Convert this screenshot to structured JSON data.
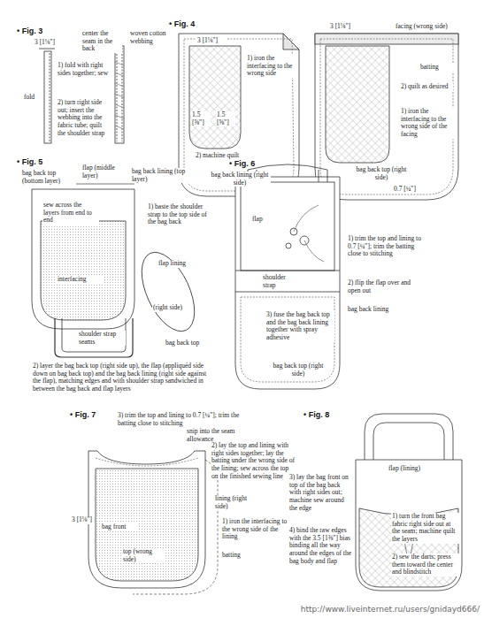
{
  "diagram": {
    "labels": [
      "• Fig. 3",
      "3 [1⅛\"]",
      "center the seam in the back",
      "woven cotton webbing",
      "fold",
      "1) fold with right sides together; sew",
      "2) turn right side out; insert the webbing into the fabric tube; quilt the shoulder strap",
      "• Fig. 4",
      "3 [1⅛\"]",
      "1) iron the interfacing to the wrong side",
      "1.5 [⅝\"]",
      "1.5 [⅝\"]",
      "2) machine quilt",
      "bag back lining (right side)",
      "3 [1⅛\"]",
      "facing (wrong side)",
      "batting",
      "2) quilt as desired",
      "1) iron the interfacing to the wrong side of the facing",
      "bag back top (right side)",
      "0.7 [¼\"]",
      "• Fig. 5",
      "flap (middle layer)",
      "bag back top (bottom layer)",
      "bag back lining (top layer)",
      "sew across the layers from end to end",
      "1) baste the shoulder strap to the top side of the bag back",
      "interfacing",
      "flap lining",
      "(right side)",
      "bag back top",
      "shoulder strap seams",
      "2) layer the bag back top (right side up), the flap (appliquéd side down on bag back top) and the bag back lining (right side against the flap), matching edges and with shoulder strap sandwiched in between the bag back and flap layers",
      "• Fig. 6",
      "flap",
      "1) trim the top and lining to 0.7 [¼\"]; trim the batting close to stitching",
      "2) flip the flap over and open out",
      "shoulder strap",
      "bag back lining",
      "3) fuse the bag back top and the bag back lining together with spray adhesive",
      "bag back top (right side)",
      "• Fig. 7",
      "3) trim the top and lining to 0.7 [¼\"]; trim the batting close to stitching",
      "snip into the seam allowance",
      "2) lay the top and lining with right sides together; lay the batting under the wrong side of the lining; sew across the top on the finished sewing line",
      "lining (right side)",
      "3 [1⅛\"]",
      "bag front",
      "1) iron the interfacing to the wrong side of the lining",
      "batting",
      "top (wrong side)",
      "• Fig. 8",
      "flap (lining)",
      "3) lay the bag front on top of the bag back with right sides out; machine sew around the edge",
      "1) turn the front bag fabric right side out at the seam; machine quilt the layers",
      "4) bind the raw edges with the 3.5 [1⅜\"] bias binding all the way around the edges of the bag body and flap",
      "2) sew the darts; press them toward the center and blindstitch",
      "http://www.liveinternet.ru/users/gnidayd666/"
    ]
  }
}
